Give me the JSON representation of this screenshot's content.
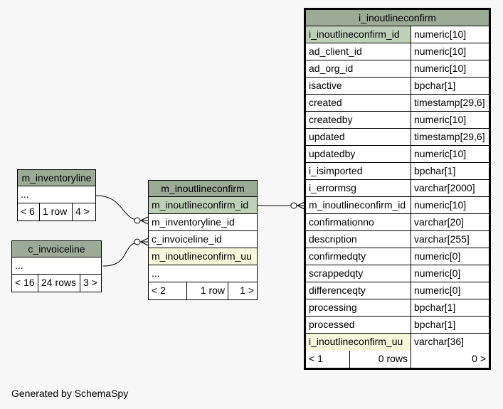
{
  "tables": {
    "m_inventoryline": {
      "name": "m_inventoryline",
      "ellipsis": "...",
      "footer": [
        "< 6",
        "1 row",
        "4 >"
      ]
    },
    "c_invoiceline": {
      "name": "c_invoiceline",
      "ellipsis": "...",
      "footer": [
        "< 16",
        "24 rows",
        "3 >"
      ]
    },
    "m_inoutlineconfirm": {
      "name": "m_inoutlineconfirm",
      "columns": [
        {
          "name": "m_inoutlineconfirm_id",
          "style": "pk"
        },
        {
          "name": "m_inventoryline_id",
          "style": ""
        },
        {
          "name": "c_invoiceline_id",
          "style": ""
        },
        {
          "name": "m_inoutlineconfirm_uu",
          "style": "uu"
        }
      ],
      "ellipsis": "...",
      "footer": [
        "< 2",
        "1 row",
        "1 >"
      ]
    },
    "i_inoutlineconfirm": {
      "name": "i_inoutlineconfirm",
      "columns": [
        {
          "name": "i_inoutlineconfirm_id",
          "type": "numeric[10]",
          "style": "pk"
        },
        {
          "name": "ad_client_id",
          "type": "numeric[10]",
          "style": ""
        },
        {
          "name": "ad_org_id",
          "type": "numeric[10]",
          "style": ""
        },
        {
          "name": "isactive",
          "type": "bpchar[1]",
          "style": ""
        },
        {
          "name": "created",
          "type": "timestamp[29,6]",
          "style": ""
        },
        {
          "name": "createdby",
          "type": "numeric[10]",
          "style": ""
        },
        {
          "name": "updated",
          "type": "timestamp[29,6]",
          "style": ""
        },
        {
          "name": "updatedby",
          "type": "numeric[10]",
          "style": ""
        },
        {
          "name": "i_isimported",
          "type": "bpchar[1]",
          "style": ""
        },
        {
          "name": "i_errormsg",
          "type": "varchar[2000]",
          "style": ""
        },
        {
          "name": "m_inoutlineconfirm_id",
          "type": "numeric[10]",
          "style": ""
        },
        {
          "name": "confirmationno",
          "type": "varchar[20]",
          "style": ""
        },
        {
          "name": "description",
          "type": "varchar[255]",
          "style": ""
        },
        {
          "name": "confirmedqty",
          "type": "numeric[0]",
          "style": ""
        },
        {
          "name": "scrappedqty",
          "type": "numeric[0]",
          "style": ""
        },
        {
          "name": "differenceqty",
          "type": "numeric[0]",
          "style": ""
        },
        {
          "name": "processing",
          "type": "bpchar[1]",
          "style": ""
        },
        {
          "name": "processed",
          "type": "bpchar[1]",
          "style": ""
        },
        {
          "name": "i_inoutlineconfirm_uu",
          "type": "varchar[36]",
          "style": "uu"
        }
      ],
      "footer": [
        "< 1",
        "0 rows",
        "0 >"
      ]
    }
  },
  "generated_by": "Generated by SchemaSpy",
  "colors": {
    "header": "#9bab96",
    "pk": "#bed1b8",
    "uu": "#f4f7da",
    "background": "#f7f7f7"
  }
}
